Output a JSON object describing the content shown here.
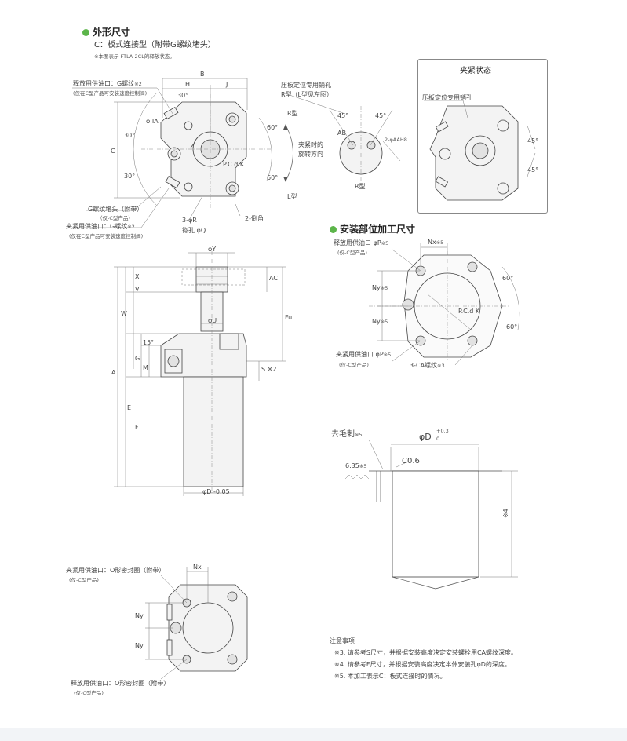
{
  "section1": {
    "title": "外形尺寸",
    "subtitle": "C：板式连接型（附带G螺纹堵头）",
    "note": "※本图表示 FTLA-2CL的释放状态。"
  },
  "top_view": {
    "dim_B": "B",
    "dim_H": "H",
    "dim_J": "J",
    "dim_C": "C",
    "angle_30a": "30°",
    "angle_30b": "30°",
    "angle_30c": "30°",
    "angle_60a": "60°",
    "angle_60b": "60°",
    "label_Z": "Z",
    "label_pcd": "P.C.d K",
    "label_phiIA": "φ IA",
    "release_port_label": "释放用供油口：G螺纹",
    "release_port_note": "※2",
    "release_port_sub": "(仅在C型产品可安装速度控制阀)",
    "r_type": "R型",
    "l_type": "L型",
    "rotation_label_1": "夹紧时的",
    "rotation_label_2": "旋转方向",
    "plug_label": "G螺纹堵头（附带）",
    "plug_sub": "（仅-C型产品）",
    "clamp_port_label": "夹紧用供油口：G螺纹",
    "clamp_port_note": "※2",
    "clamp_port_sub": "(仅在C型产品可安装速度控制阀)",
    "hole_R": "3-φR",
    "counterbore": "锪孔 φQ",
    "chamfer": "2-倒角"
  },
  "pin_detail": {
    "title": "压板定位专用销孔",
    "subtitle": "R型（L型见左图）",
    "angle1": "45°",
    "angle2": "45°",
    "dim_AB": "AB",
    "pin_hole": "2-φAAH8",
    "r_type": "R型"
  },
  "clamp_state": {
    "title": "夹紧状态",
    "pin_label": "压板定位专用销孔",
    "angle1": "45°",
    "angle2": "45°"
  },
  "side_view": {
    "dim_phiY": "φY",
    "dim_phiU": "φU",
    "dim_phiD": "φD -0.05",
    "dim_X": "X",
    "dim_V": "V",
    "dim_W": "W",
    "dim_T": "T",
    "dim_15": "15°",
    "dim_G": "G",
    "dim_M": "M",
    "dim_E": "E",
    "dim_F": "F",
    "dim_A": "A",
    "dim_AC": "AC",
    "dim_Fu": "Fu",
    "dim_S": "S ※2"
  },
  "section2": {
    "title": "安装部位加工尺寸",
    "release_port": "释放用供油口 φP",
    "release_port_note": "※5",
    "release_sub": "(仅-C型产品)",
    "dim_Nx": "Nx",
    "dim_Nx_note": "※5",
    "dim_Ny1": "Ny",
    "dim_Ny2": "Ny",
    "ny_note": "※5",
    "angle_60a": "60°",
    "angle_60b": "60°",
    "pcd": "P.C.d K",
    "clamp_port": "夹紧用供油口 φP",
    "clamp_port_note": "※5",
    "clamp_sub": "(仅-C型产品)",
    "thread": "3-CA螺纹",
    "thread_note": "※3"
  },
  "bore_detail": {
    "deburr": "去毛刺",
    "deburr_note": "※5",
    "phiD": "φD",
    "tol_upper": "+0.3",
    "tol_lower": "0",
    "chamfer": "C0.6",
    "roughness": "6.35",
    "roughness_note": "※5",
    "depth": "※4"
  },
  "bottom_view": {
    "clamp_oring": "夹紧用供油口：O形密封圈（附带）",
    "clamp_sub": "(仅-C型产品)",
    "dim_Nx": "Nx",
    "dim_Ny1": "Ny",
    "dim_Ny2": "Ny",
    "release_oring": "释放用供油口：O形密封圈（附带）",
    "release_sub": "(仅-C型产品)"
  },
  "notes": {
    "heading": "注意事项",
    "items": [
      "※3. 请参考S尺寸，并根据安装高度决定安装螺栓用CA螺纹深度。",
      "※4. 请参考F尺寸，并根据安装高度决定本体安装孔φD的深度。",
      "※5. 本加工表示C：板式连接时的情况。"
    ]
  },
  "colors": {
    "accent_dot": "#5cb54a",
    "line": "#555555"
  }
}
